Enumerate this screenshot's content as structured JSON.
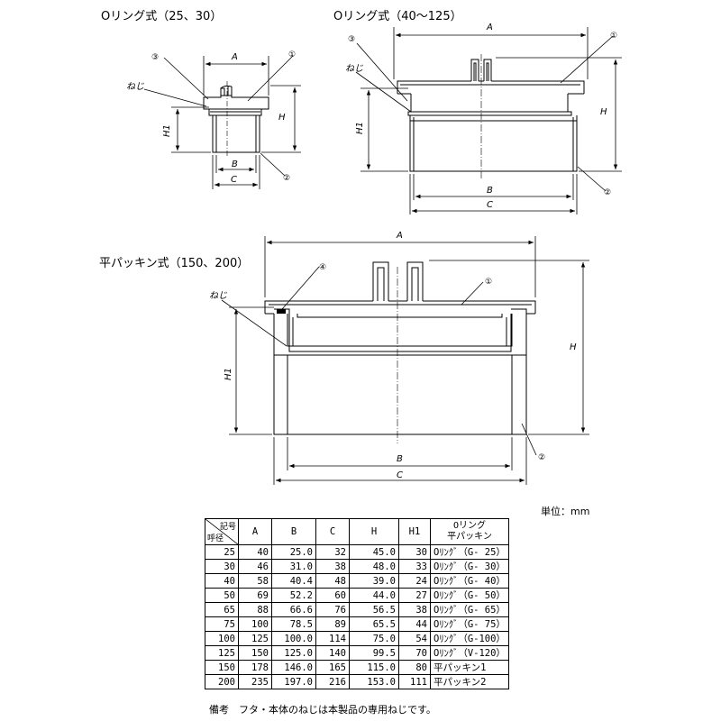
{
  "drawings": {
    "small": {
      "title": "Oリング式（25、30）",
      "labels": {
        "a": "A",
        "b": "B",
        "c": "C",
        "h": "H",
        "h1": "H1",
        "neji": "ねじ",
        "p1": "①",
        "p2": "②",
        "p3": "③"
      }
    },
    "medium": {
      "title": "Oリング式（40～125）",
      "labels": {
        "a": "A",
        "b": "B",
        "c": "C",
        "h": "H",
        "h1": "H1",
        "neji": "ねじ",
        "p1": "①",
        "p2": "②",
        "p3": "③"
      }
    },
    "large": {
      "title": "平パッキン式（150、200）",
      "labels": {
        "a": "A",
        "b": "B",
        "c": "C",
        "h": "H",
        "h1": "H1",
        "neji": "ねじ",
        "p1": "①",
        "p2": "②",
        "p4": "④"
      }
    }
  },
  "table": {
    "unit": "単位：mm",
    "corner_top": "記号",
    "corner_bottom": "呼径",
    "headers": [
      "A",
      "B",
      "C",
      "H",
      "H1",
      "Oリング\n平パッキン"
    ],
    "rows": [
      [
        "25",
        "40",
        "25.0",
        "32",
        "45.0",
        "30",
        "Oﾘﾝｸﾞ（G- 25）"
      ],
      [
        "30",
        "46",
        "31.0",
        "38",
        "48.0",
        "33",
        "Oﾘﾝｸﾞ（G- 30）"
      ],
      [
        "40",
        "58",
        "40.4",
        "48",
        "39.0",
        "24",
        "Oﾘﾝｸﾞ（G- 40）"
      ],
      [
        "50",
        "69",
        "52.2",
        "60",
        "44.0",
        "27",
        "Oﾘﾝｸﾞ（G- 50）"
      ],
      [
        "65",
        "88",
        "66.6",
        "76",
        "56.5",
        "38",
        "Oﾘﾝｸﾞ（G- 65）"
      ],
      [
        "75",
        "100",
        "78.5",
        "89",
        "65.5",
        "44",
        "Oﾘﾝｸﾞ（G- 75）"
      ],
      [
        "100",
        "125",
        "100.0",
        "114",
        "75.0",
        "54",
        "Oﾘﾝｸﾞ（G-100）"
      ],
      [
        "125",
        "150",
        "125.0",
        "140",
        "99.5",
        "70",
        "Oﾘﾝｸﾞ（V-120）"
      ],
      [
        "150",
        "178",
        "146.0",
        "165",
        "115.0",
        "80",
        "平パッキン1"
      ],
      [
        "200",
        "235",
        "197.0",
        "216",
        "153.0",
        "111",
        "平パッキン2"
      ]
    ],
    "note": "備考　フタ・本体のねじは本製品の専用ねじです。"
  }
}
